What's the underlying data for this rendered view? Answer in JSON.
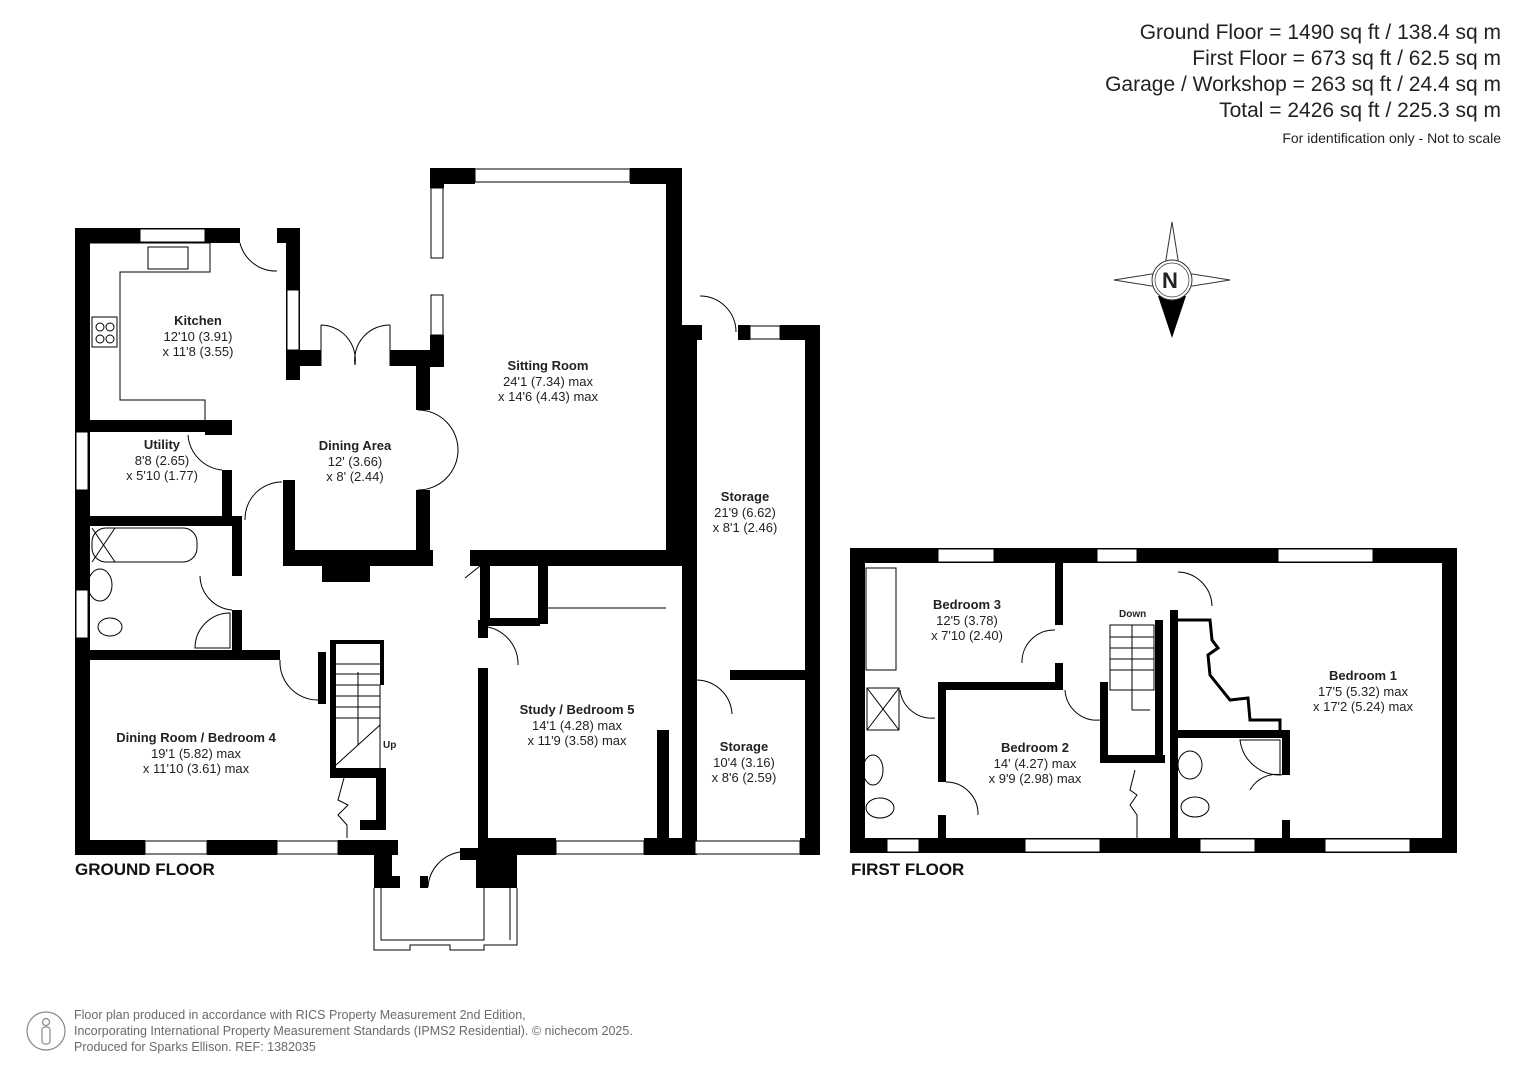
{
  "area_summary": {
    "lines": [
      "Ground Floor = 1490 sq ft / 138.4 sq m",
      "First Floor = 673 sq ft / 62.5 sq m",
      "Garage / Workshop = 263 sq ft / 24.4 sq m",
      "Total = 2426 sq ft / 225.3 sq m"
    ],
    "note": "For identification only - Not to scale"
  },
  "compass": {
    "label": "N"
  },
  "ground_floor": {
    "label": "GROUND FLOOR",
    "rooms": [
      {
        "name": "Kitchen",
        "dim1": "12'10 (3.91)",
        "dim2": "x 11'8 (3.55)"
      },
      {
        "name": "Utility",
        "dim1": "8'8 (2.65)",
        "dim2": "x 5'10 (1.77)"
      },
      {
        "name": "Dining Area",
        "dim1": "12' (3.66)",
        "dim2": "x 8' (2.44)"
      },
      {
        "name": "Sitting Room",
        "dim1": "24'1 (7.34) max",
        "dim2": "x 14'6 (4.43) max"
      },
      {
        "name": "Storage",
        "dim1": "21'9 (6.62)",
        "dim2": "x 8'1 (2.46)"
      },
      {
        "name": "Dining Room / Bedroom 4",
        "dim1": "19'1 (5.82) max",
        "dim2": "x 11'10 (3.61) max"
      },
      {
        "name": "Study / Bedroom 5",
        "dim1": "14'1 (4.28) max",
        "dim2": "x 11'9 (3.58) max"
      },
      {
        "name": "Storage",
        "dim1": "10'4 (3.16)",
        "dim2": "x 8'6 (2.59)"
      }
    ],
    "stairs_label": "Up"
  },
  "first_floor": {
    "label": "FIRST FLOOR",
    "rooms": [
      {
        "name": "Bedroom 3",
        "dim1": "12'5 (3.78)",
        "dim2": "x 7'10 (2.40)"
      },
      {
        "name": "Bedroom 2",
        "dim1": "14' (4.27) max",
        "dim2": "x 9'9 (2.98) max"
      },
      {
        "name": "Bedroom 1",
        "dim1": "17'5 (5.32) max",
        "dim2": "x 17'2 (5.24) max"
      }
    ],
    "stairs_label": "Down"
  },
  "footer": {
    "lines": [
      "Floor plan produced in accordance with RICS Property Measurement 2nd Edition,",
      "Incorporating International Property Measurement Standards (IPMS2 Residential).   © nichecom 2025.",
      "Produced for Sparks Ellison.   REF: 1382035"
    ]
  }
}
